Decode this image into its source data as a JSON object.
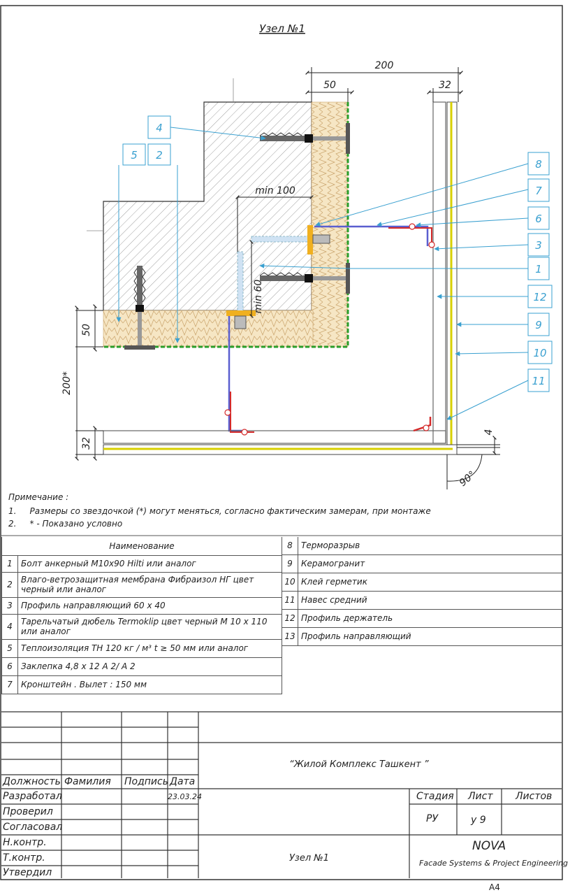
{
  "drawing": {
    "title": "Узел №1",
    "dimensions": {
      "d200_top": "200",
      "d50_top": "50",
      "d32_top": "32",
      "min100": "min 100",
      "min60": "min 60",
      "d50_left": "50",
      "d200_left": "200*",
      "d32_left": "32",
      "d4": "4",
      "angle": "90°"
    },
    "callouts": [
      "4",
      "5",
      "2",
      "8",
      "7",
      "6",
      "3",
      "1",
      "12",
      "9",
      "10",
      "11"
    ]
  },
  "notes": {
    "heading": "Примечание :",
    "items": [
      {
        "num": "1.",
        "text": "Размеры со звездочкой (*) могут меняться, согласно фактическим замерам, при монтаже"
      },
      {
        "num": "2.",
        "text": "* - Показано условно"
      }
    ]
  },
  "spec": {
    "header": "Наименование",
    "left": [
      {
        "num": "1",
        "text": "Болт анкерный M10x90 Hilti или аналог"
      },
      {
        "num": "2",
        "text": "Влаго-ветрозащитная мембрана Фибраизол НГ  цвет черный или аналог"
      },
      {
        "num": "3",
        "text": "Профиль направляющий  60 x 40"
      },
      {
        "num": "4",
        "text": "Тарельчатый дюбель  Termoklip  цвет черный M 10 x 110  или аналог"
      },
      {
        "num": "5",
        "text": "Теплоизоляция  ТН  120 кг / м³  t ≥ 50 мм или аналог"
      },
      {
        "num": "6",
        "text": "Заклепка  4,8 x 12  A 2/ A 2"
      },
      {
        "num": "7",
        "text": "Кронштейн . Вылет : 150 мм"
      }
    ],
    "right": [
      {
        "num": "8",
        "text": "Терморазрыв"
      },
      {
        "num": "9",
        "text": "Керамогранит"
      },
      {
        "num": "10",
        "text": "Клей герметик"
      },
      {
        "num": "11",
        "text": "Навес средний"
      },
      {
        "num": "12",
        "text": "Профиль держатель"
      },
      {
        "num": "13",
        "text": "Профиль направляющий"
      }
    ]
  },
  "title_block": {
    "project": "“Жилой Комплекс                        Ташкент ”",
    "cols": {
      "position": "Должность",
      "surname": "Фамилия",
      "signature": "Подпись",
      "date": "Дата"
    },
    "rows": [
      {
        "role": "Разработал",
        "date": "23.03.24"
      },
      {
        "role": "Проверил",
        "date": ""
      },
      {
        "role": "Согласовал",
        "date": ""
      },
      {
        "role": "Н.контр.",
        "date": ""
      },
      {
        "role": "Т.контр.",
        "date": ""
      },
      {
        "role": "Утвердил",
        "date": ""
      }
    ],
    "stage_label": "Стадия",
    "sheet_label": "Лист",
    "sheets_label": "Листов",
    "stage": "РУ",
    "sheet": "у 9",
    "sheet_name": "Узел №1",
    "company": "NOVA",
    "company_sub": "Facade Systems & Project Engineering",
    "format": "A4"
  },
  "colors": {
    "insulation": "#f6e6c4",
    "membrane": "#2a9d2a",
    "concrete_hatch": "#7a7a7a",
    "profile": "#5a5fd0",
    "bracket": "#d42a2a",
    "thermal_break": "#f0b020",
    "tile": "#d8d000",
    "leader": "#3aa0d0"
  }
}
